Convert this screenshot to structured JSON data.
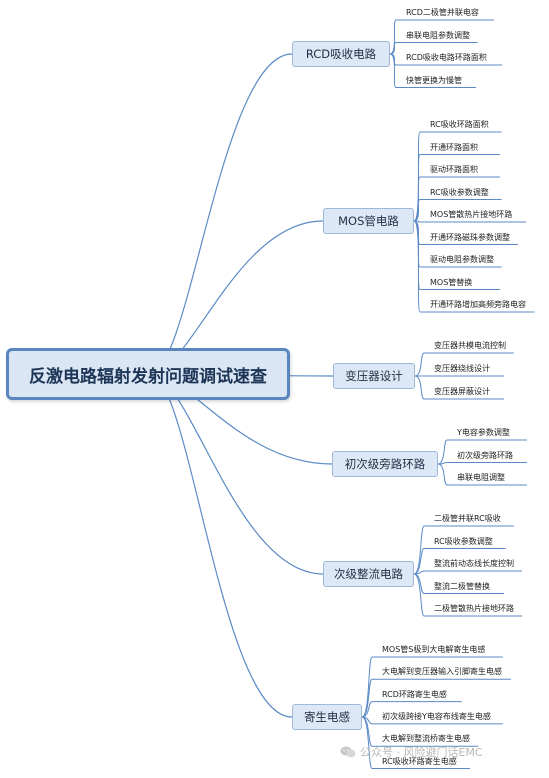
{
  "root": {
    "label": "反激电路辐射发射问题调试速查"
  },
  "branches": [
    {
      "id": "rcd",
      "label": "RCD吸收电路",
      "items": [
        "RCD二极管并联电容",
        "串联电阻参数调整",
        "RCD吸收电路环路面积",
        "快管更换为慢管"
      ]
    },
    {
      "id": "mos",
      "label": "MOS管电路",
      "items": [
        "RC吸收环路面积",
        "开通环路面积",
        "驱动环路面积",
        "RC吸收参数调整",
        "MOS管散热片接地环路",
        "开通环路磁珠参数调整",
        "驱动电阻参数调整",
        "MOS管替换",
        "开通环路增加高频旁路电容"
      ]
    },
    {
      "id": "transformer",
      "label": "变压器设计",
      "items": [
        "变压器共模电流控制",
        "变压器绕线设计",
        "变压器屏蔽设计"
      ]
    },
    {
      "id": "bypass",
      "label": "初次级旁路环路",
      "items": [
        "Y电容参数调整",
        "初次级旁路环路",
        "串联电阻调整"
      ]
    },
    {
      "id": "rectifier",
      "label": "次级整流电路",
      "items": [
        "二极管并联RC吸收",
        "RC吸收参数调整",
        "整流前动态线长度控制",
        "整流二极管替换",
        "二极管散热片接地环路"
      ]
    },
    {
      "id": "parasitic",
      "label": "寄生电感",
      "items": [
        "MOS管S极到大电解寄生电感",
        "大电解到变压器输入引脚寄生电感",
        "RCD环路寄生电感",
        "初次级跨接Y电容布线寄生电感",
        "大电解到整流桥寄生电感",
        "RC吸收环路寄生电感"
      ]
    }
  ],
  "watermark": {
    "text": "公众号 · 风险避门话EMC"
  },
  "colors": {
    "line": "#5b8ac6",
    "node_fill": "#dde8f6",
    "root_border": "#5a86bf"
  }
}
